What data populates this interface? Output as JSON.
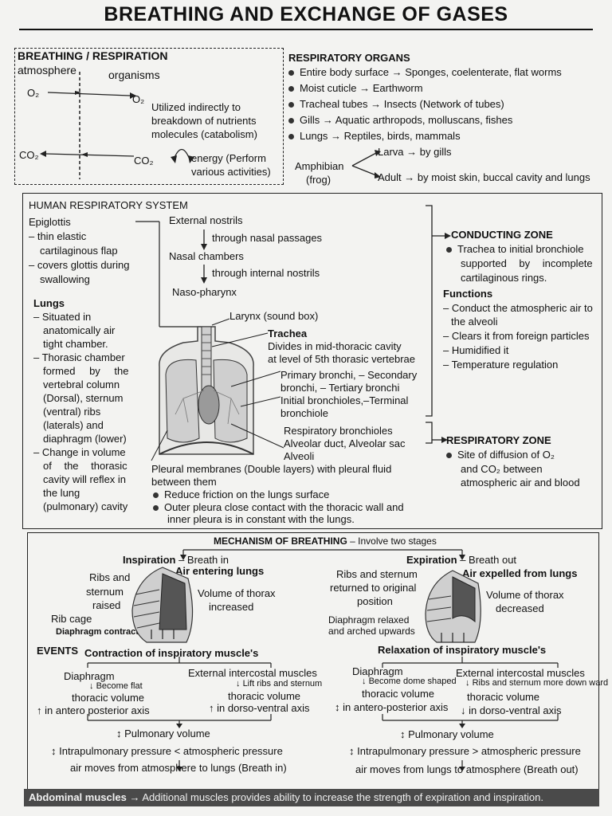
{
  "title": "BREATHING AND EXCHANGE OF GASES",
  "breathing": {
    "heading": "BREATHING / RESPIRATION",
    "atmosphere": "atmosphere",
    "organisms": "organisms",
    "o2_left": "O₂",
    "o2_right": "O₂",
    "co2_left": "CO₂",
    "co2_right": "CO₂",
    "util": [
      "Utilized indirectly to",
      "breakdown of nutrients",
      "molecules (catabolism)"
    ],
    "energy": [
      "energy (Perform",
      "various activities)"
    ]
  },
  "organs": {
    "heading": "RESPIRATORY ORGANS",
    "items": [
      "Entire body surface → Sponges, coelenterate, flat worms",
      "Moist cuticle → Earthworm",
      "Tracheal tubes → Insects (Network of tubes)",
      "Gills → Aquatic arthropods, molluscans, fishes",
      "Lungs → Reptiles, birds, mammals"
    ],
    "amphibian": "Amphibian",
    "frog": "(frog)",
    "larva": "Larva → by gills",
    "adult": "Adult → by moist skin, buccal cavity and lungs"
  },
  "hrs": {
    "heading": "HUMAN RESPIRATORY SYSTEM",
    "epiglottis": [
      "Epiglottis",
      "– thin elastic",
      "cartilaginous flap",
      "– covers glottis during",
      "swallowing"
    ],
    "lungs_head": "Lungs",
    "lungs": [
      "– Situated in",
      "anatomically air",
      "tight chamber.",
      "– Thorasic chamber",
      "formed by the",
      "vertebral column",
      "(Dorsal), sternum",
      "(ventral) ribs",
      "(laterals) and",
      "diaphragm (lower)",
      "– Change in volume",
      "of the thorasic",
      "cavity will reflex in",
      "the lung",
      "(pulmonary) cavity"
    ],
    "path": [
      "External nostrils",
      "through nasal passages",
      "Nasal chambers",
      "through internal nostrils",
      "Naso-pharynx"
    ],
    "larynx": "Larynx (sound box)",
    "trachea": "Trachea",
    "trachea_desc": [
      "Divides in mid-thoracic cavity",
      "at level of 5th thorasic vertebrae"
    ],
    "bronchi": [
      "Primary bronchi, – Secondary",
      "bronchi, – Tertiary bronchi",
      "Initial bronchioles,–Terminal",
      "bronchiole"
    ],
    "resp": [
      "Respiratory bronchioles",
      "Alveolar duct, Alveolar sac",
      "Alveoli"
    ],
    "pleura": [
      "Pleural membranes (Double layers) with pleural fluid",
      "between them"
    ],
    "pleura_pts": [
      "Reduce friction on the lungs surface",
      "Outer pleura close contact with the thoracic wall and",
      "inner pleura is in constant with the lungs."
    ],
    "cz_head": "CONDUCTING ZONE",
    "cz": [
      "Trachea to initial bronchiole",
      "supported by incomplete",
      "cartilaginous rings."
    ],
    "func_head": "Functions",
    "func": [
      "– Conduct the atmospheric air to",
      "the alveoli",
      "– Clears it from foreign particles",
      "– Humidified it",
      "– Temperature regulation"
    ],
    "rz_head": "RESPIRATORY ZONE",
    "rz": [
      "Site of diffusion of O₂",
      "and CO₂ between",
      "atmospheric air and blood"
    ]
  },
  "mech": {
    "heading": "MECHANISM OF BREATHING",
    "heading_rest": "– Involve two stages",
    "insp": "Inspiration",
    "insp_rest": "– Breath in",
    "insp_sub": "Air entering lungs",
    "ribs": [
      "Ribs and",
      "sternum",
      "raised"
    ],
    "ribcage": "Rib cage",
    "diaphragm_c": "Diaphragm contracted",
    "vol_inc": [
      "Volume of thorax",
      "increased"
    ],
    "exp": "Expiration",
    "exp_rest": "– Breath out",
    "exp_sub": "Air expelled from lungs",
    "ribs_ret": [
      "Ribs and sternum",
      "returned to original",
      "position"
    ],
    "diaphragm_r": [
      "Diaphragm relaxed",
      "and arched upwards"
    ],
    "vol_dec": [
      "Volume of thorax",
      "decreased"
    ],
    "events": "EVENTS",
    "contraction": "Contraction of inspiratory muscle's",
    "relaxation": "Relaxation of inspiratory muscle's",
    "i_diaph": "Diaphragm",
    "i_flat": "Become flat",
    "i_tv": [
      "thoracic volume",
      "in antero posterior axis"
    ],
    "i_eic": "External intercostal muscles",
    "i_lift": "Lift ribs and sternum",
    "i_tv2": [
      "thoracic volume",
      "in dorso-ventral axis"
    ],
    "i_pv": "Pulmonary volume",
    "i_ip": "Intrapulmonary pressure < atmospheric pressure",
    "i_air": "air moves from atmosphere to lungs (Breath in)",
    "e_diaph": "Diaphragm",
    "e_dome": "Become dome shaped",
    "e_tv": [
      "thoracic volume",
      "in antero-posterior axis"
    ],
    "e_eic": "External intercostal muscles",
    "e_down": "Ribs and sternum more down ward",
    "e_tv2": [
      "thoracic volume",
      "in dorso-ventral axis"
    ],
    "e_pv": "Pulmonary volume",
    "e_ip": "Intrapulmonary pressure > atmospheric pressure",
    "e_air": "air moves from lungs to atmosphere (Breath out)"
  },
  "footer": {
    "lead": "Abdominal muscles",
    "rest": "→ Additional muscles provides ability to increase the strength of expiration and inspiration."
  }
}
